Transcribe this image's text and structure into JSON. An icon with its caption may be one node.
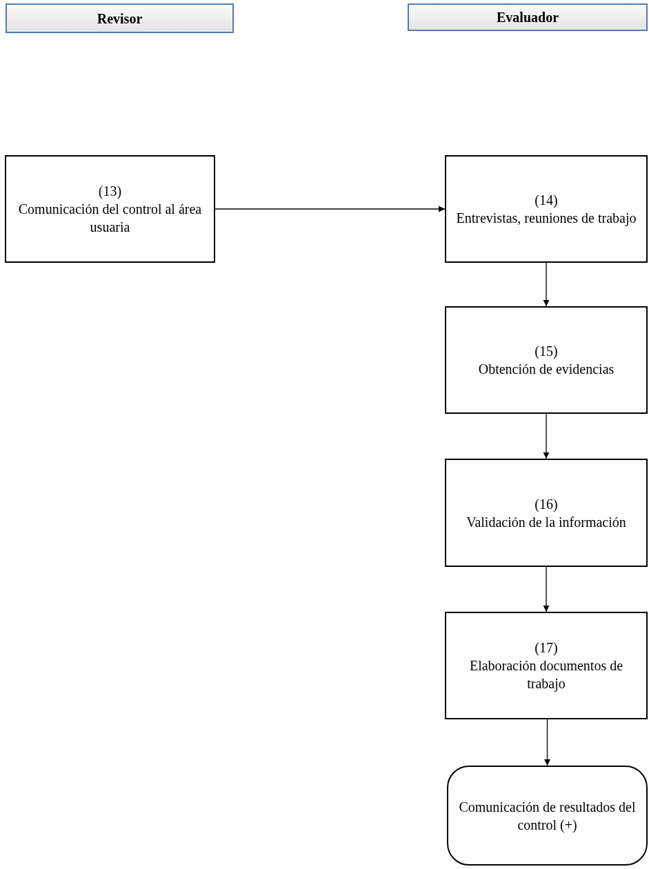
{
  "diagram": {
    "nodes": [
      {
        "text": [
          "Revisor"
        ]
      },
      {
        "text": [
          "Evaluador"
        ]
      },
      {
        "text": [
          "(13)",
          "Comunicación del control al área usuaria"
        ]
      },
      {
        "text": [
          "(14)",
          "Entrevistas, reuniones de trabajo"
        ]
      },
      {
        "text": [
          "(15)",
          "Obtención de evidencias"
        ]
      },
      {
        "text": [
          "(16)",
          "Validación de la información"
        ]
      },
      {
        "text": [
          "(17)",
          "Elaboración documentos de trabajo"
        ]
      },
      {
        "text": [
          "Comunicación de resultados del control (+)"
        ]
      }
    ],
    "edges": [
      {
        "from": 2,
        "to": 3,
        "arrow": "to"
      },
      {
        "from": 3,
        "to": 4,
        "arrow": "to"
      },
      {
        "from": 4,
        "to": 5,
        "arrow": "to"
      },
      {
        "from": 5,
        "to": 6,
        "arrow": "to"
      },
      {
        "from": 6,
        "to": 7,
        "arrow": "to"
      }
    ]
  }
}
